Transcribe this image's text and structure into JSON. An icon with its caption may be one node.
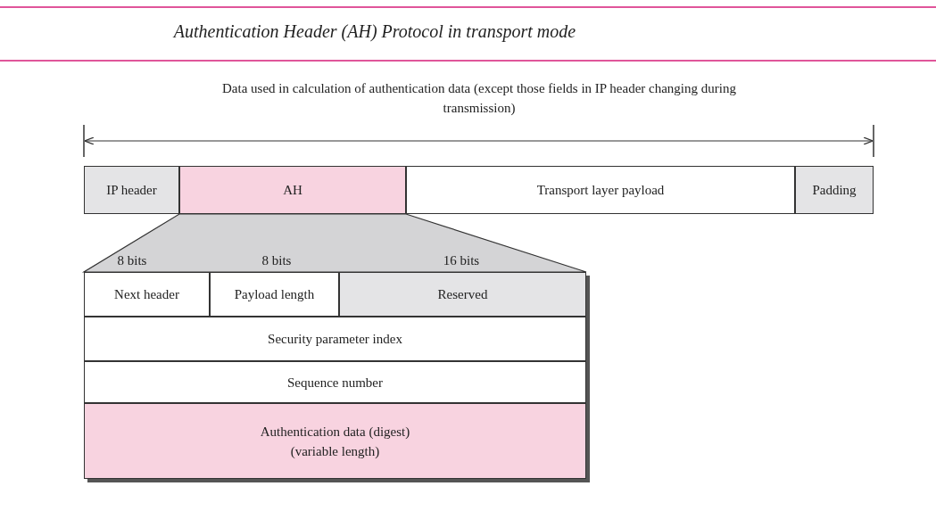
{
  "diagram": {
    "title": "Authentication Header (AH) Protocol in transport mode",
    "nodes": [
      {
        "text": [
          "IP header"
        ]
      },
      {
        "text": [
          "AH"
        ]
      },
      {
        "text": [
          "Transport layer payload"
        ]
      },
      {
        "text": [
          "Padding"
        ]
      },
      {
        "text": [
          "Next header"
        ]
      },
      {
        "text": [
          "Payload length"
        ]
      },
      {
        "text": [
          "Reserved"
        ]
      },
      {
        "text": [
          "Security parameter index"
        ]
      },
      {
        "text": [
          "Sequence number"
        ]
      },
      {
        "text": [
          "Authentication data (digest)",
          "(variable length)"
        ]
      }
    ],
    "edges": [],
    "labels": [
      "Data used in calculation of authentication data (except those fields in IP header changing during transmission)",
      "8 bits",
      "8 bits",
      "16 bits"
    ]
  }
}
